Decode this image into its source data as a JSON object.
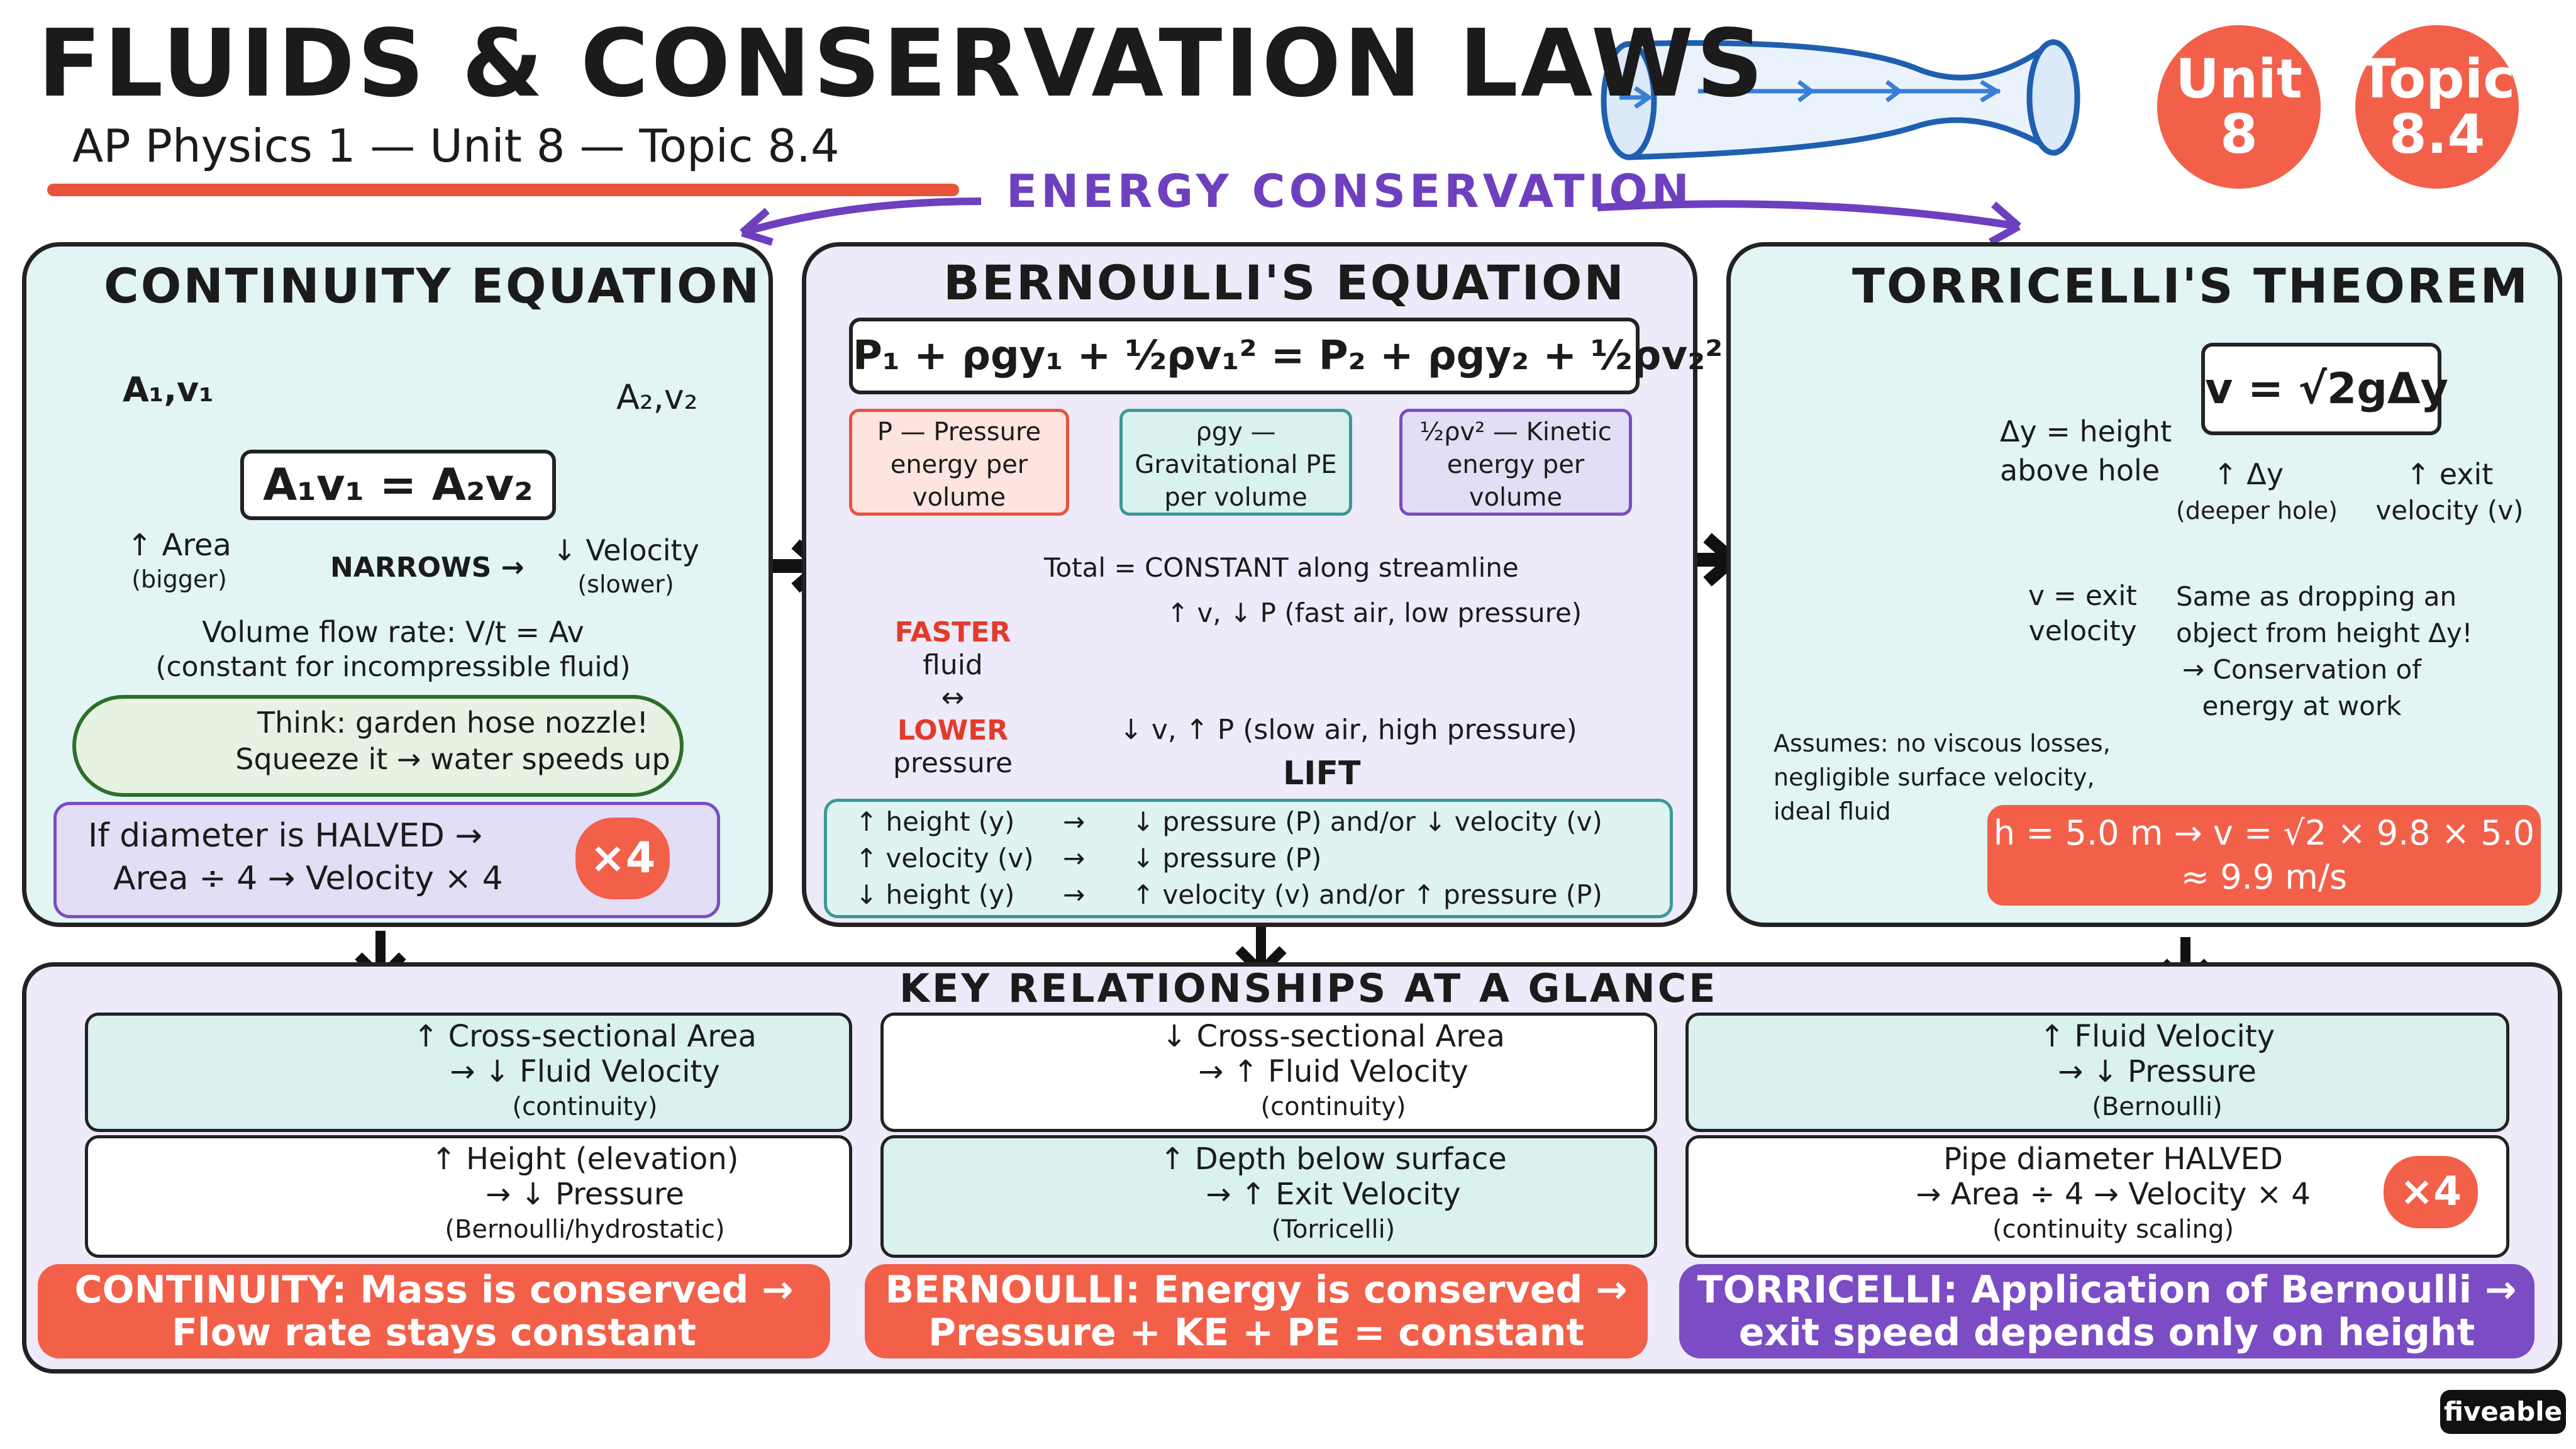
{
  "header": {
    "title": "FLUIDS & CONSERVATION LAWS",
    "subtitle": "AP Physics 1 — Unit 8 — Topic 8.4",
    "badge_unit_label": "Unit",
    "badge_unit_value": "8",
    "badge_topic_label": "Topic",
    "badge_topic_value": "8.4",
    "energy_banner": "ENERGY CONSERVATION"
  },
  "continuity": {
    "title": "CONTINUITY EQUATION",
    "label_in": "A₁,v₁",
    "label_out": "A₂,v₂",
    "equation": "A₁v₁ = A₂v₂",
    "area_up": "↑ Area",
    "area_note": "(bigger)",
    "narrows": "NARROWS →",
    "velocity_down": "↓ Velocity",
    "velocity_note": "(slower)",
    "flow_rate": "Volume flow rate:  V/t = Av",
    "flow_note": "(constant for incompressible fluid)",
    "hose_line1": "Think: garden hose nozzle!",
    "hose_line2": "Squeeze it → water speeds up",
    "halved_line1": "If diameter is HALVED  →",
    "halved_line2": "Area ÷ 4  →  Velocity × 4",
    "times4": "×4"
  },
  "bernoulli": {
    "title": "BERNOULLI'S EQUATION",
    "equation": "P₁ + ρgy₁ + ½ρv₁² = P₂ + ρgy₂ + ½ρv₂²",
    "term_p_l1": "P — Pressure",
    "term_p_l2": "energy per",
    "term_p_l3": "volume",
    "term_pe_l1": "ρgy —",
    "term_pe_l2": "Gravitational PE",
    "term_pe_l3": "per volume",
    "term_ke_l1": "½ρv² — Kinetic",
    "term_ke_l2": "energy per",
    "term_ke_l3": "volume",
    "total": "Total = CONSTANT along streamline",
    "faster": "FASTER",
    "fluid": "fluid",
    "swap": "↔",
    "lower": "LOWER",
    "pressure": "pressure",
    "top_air": "↑ v, ↓ P  (fast air, low pressure)",
    "bottom_air": "↓ v, ↑ P  (slow air, high pressure)",
    "lift": "LIFT",
    "rows": [
      {
        "a": "↑ height (y)",
        "b": "↓ pressure (P) and/or ↓ velocity (v)"
      },
      {
        "a": "↑ velocity (v)",
        "b": "↓ pressure (P)"
      },
      {
        "a": "↓ height (y)",
        "b": "↑ velocity (v) and/or ↑ pressure (P)"
      }
    ]
  },
  "torricelli": {
    "title": "TORRICELLI'S THEOREM",
    "equation": "v = √2gΔy",
    "dy_l1": "Δy = height",
    "dy_l2": "above hole",
    "up_dy": "↑ Δy",
    "deeper": "(deeper hole)",
    "up_exit": "↑ exit",
    "exit_v": "velocity (v)",
    "v_exit_l1": "v = exit",
    "v_exit_l2": "velocity",
    "same_l1": "Same as dropping an",
    "same_l2": "object from height Δy!",
    "same_l3": "→ Conservation of",
    "same_l4": "energy at work",
    "assume_l1": "Assumes: no viscous losses,",
    "assume_l2": "negligible surface velocity,",
    "assume_l3": "ideal fluid",
    "example_l1": "h = 5.0 m → v = √2 × 9.8 × 5.0",
    "example_l2": "≈ 9.9 m/s"
  },
  "key": {
    "title": "KEY RELATIONSHIPS AT A GLANCE",
    "cards": [
      {
        "l1": "↑ Cross-sectional Area",
        "l2": "→ ↓ Fluid Velocity",
        "l3": "(continuity)"
      },
      {
        "l1": "↓ Cross-sectional Area",
        "l2": "→ ↑ Fluid Velocity",
        "l3": "(continuity)"
      },
      {
        "l1": "↑ Fluid Velocity",
        "l2": "→ ↓ Pressure",
        "l3": "(Bernoulli)"
      },
      {
        "l1": "↑ Height (elevation)",
        "l2": "→ ↓ Pressure",
        "l3": "(Bernoulli/hydrostatic)"
      },
      {
        "l1": "↑ Depth below surface",
        "l2": "→ ↑ Exit Velocity",
        "l3": "(Torricelli)"
      },
      {
        "l1": "Pipe diameter HALVED",
        "l2": "→ Area ÷ 4 → Velocity × 4",
        "l3": "(continuity scaling)"
      }
    ],
    "times4": "×4"
  },
  "footer": {
    "continuity_l1": "CONTINUITY: Mass is conserved →",
    "continuity_l2": "Flow rate stays constant",
    "bernoulli_l1": "BERNOULLI: Energy is conserved →",
    "bernoulli_l2": "Pressure + KE + PE = constant",
    "torricelli_l1": "TORRICELLI: Application of Bernoulli →",
    "torricelli_l2": "exit speed depends only on height",
    "brand": "fiveable"
  },
  "colors": {
    "accent_red": "#f2604a",
    "purple": "#7b4cc4",
    "teal_bg": "#e2f4f3",
    "lavender_bg": "#eeeafa",
    "water": "#86b8ea"
  }
}
